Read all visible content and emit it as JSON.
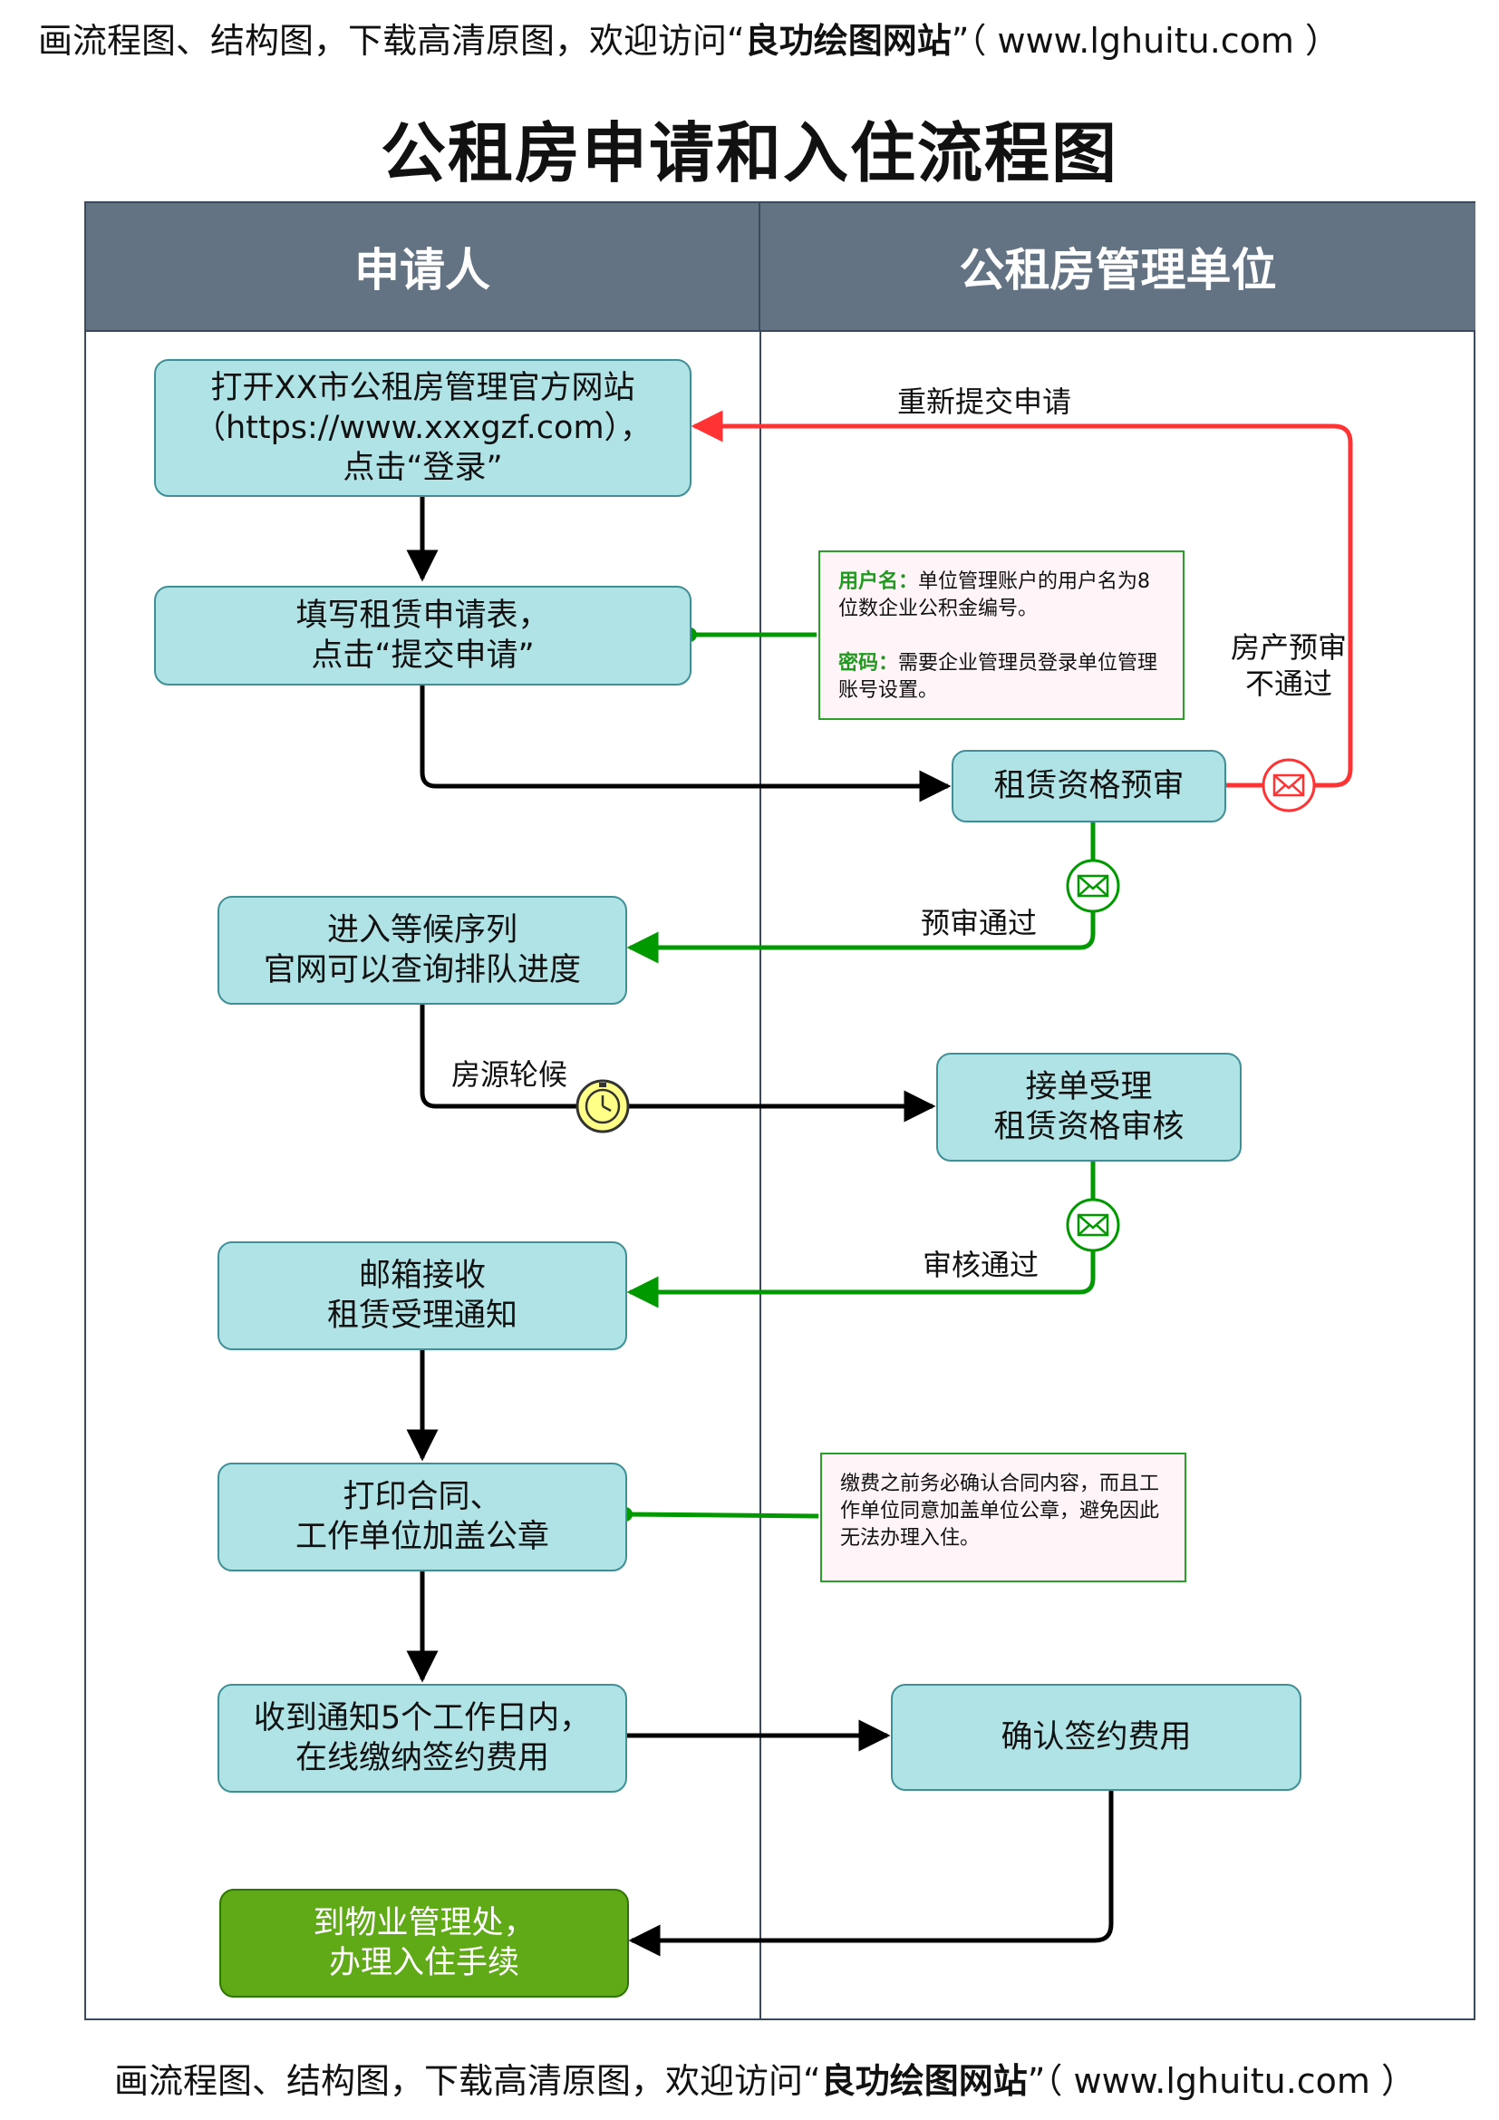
{
  "banner": {
    "top_prefix": "画流程图、结构图，下载高清原图，欢迎访问“",
    "top_site": "良功绘图网站",
    "top_suffix": "”（ www.lghuitu.com ）",
    "bottom_prefix": "画流程图、结构图，下载高清原图，欢迎访问“",
    "bottom_site": "良功绘图网站",
    "bottom_suffix": "”（ www.lghuitu.com ）"
  },
  "title": "公租房申请和入住流程图",
  "lanes": [
    "申请人",
    "公租房管理单位"
  ],
  "nodes": {
    "open_site": "打开XX市公租房管理官方网站\n（https://www.xxxgzf.com），\n点击“登录”",
    "fill_form": "填写租赁申请表，\n点击“提交申请”",
    "prereview": "租赁资格预审",
    "queue": "进入等候序列\n官网可以查询排队进度",
    "accept": "接单受理\n租赁资格审核",
    "mail": "邮箱接收\n租赁受理通知",
    "print": "打印合同、\n工作单位加盖公章",
    "pay": "收到通知5个工作日内，\n在线缴纳签约费用",
    "confirm": "确认签约费用",
    "checkin": "到物业管理处，\n办理入住手续"
  },
  "notes": {
    "account": {
      "user_key": "用户名：",
      "user_text": "单位管理账户的用户名为8位数企业公积金编号。",
      "pwd_key": "密码：",
      "pwd_text": "需要企业管理员登录单位管理账号设置。"
    },
    "contract": "缴费之前务必确认合同内容，而且工作单位同意加盖单位公章，避免因此无法办理入住。"
  },
  "edge_labels": {
    "resubmit": "重新提交申请",
    "reject": "房产预审\n不通过",
    "pass_pre": "预审通过",
    "wait": "房源轮候",
    "pass_review": "审核通过"
  },
  "colors": {
    "header": "#647384",
    "node_fill": "#b0e3e6",
    "node_stroke": "#3f8f97",
    "final_fill": "#60a917",
    "pass_line": "#009900",
    "reject_line": "#ff3333",
    "flow_line": "#000000"
  }
}
